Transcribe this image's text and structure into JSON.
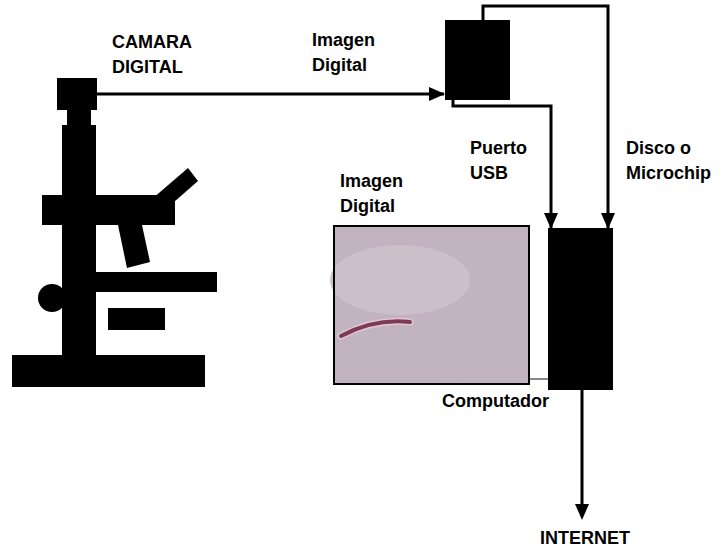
{
  "diagram": {
    "nodes": [
      {
        "text": [
          "CAMARA DIGITAL"
        ]
      },
      {
        "text": []
      },
      {
        "text": [
          "Imagen Digital"
        ]
      },
      {
        "text": [
          "Computador"
        ]
      }
    ],
    "edges": [
      {
        "from": 0,
        "to": 1,
        "arrow": "to",
        "label": "Imagen Digital"
      },
      {
        "from": 1,
        "to": 3,
        "arrow": "to",
        "label": "Puerto USB"
      },
      {
        "from": 1,
        "to": 3,
        "arrow": "to",
        "label": "Disco o Microchip"
      },
      {
        "from": 2,
        "to": 3,
        "arrow": "none"
      }
    ],
    "labels": [
      "INTERNET"
    ]
  }
}
